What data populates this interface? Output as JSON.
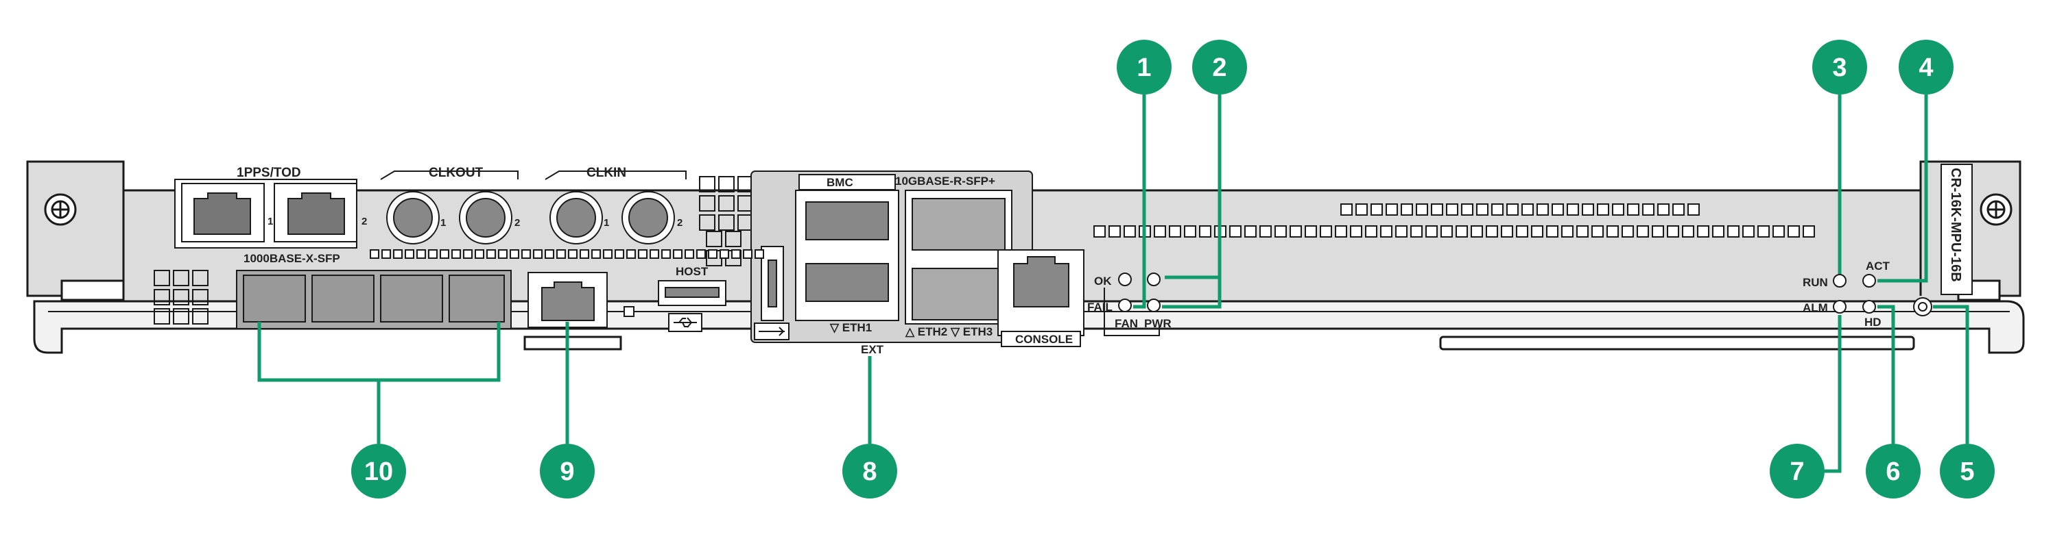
{
  "module_label": "CR-16K-MPU-16B",
  "ports": {
    "tod_label": "1PPS/TOD",
    "tod_port1": "1",
    "tod_port2": "2",
    "clkout_label": "CLKOUT",
    "clkout_port1": "1",
    "clkout_port2": "2",
    "clkin_label": "CLKIN",
    "clkin_port1": "1",
    "clkin_port2": "2",
    "sfp_label": "1000BASE-X-SFP",
    "host_label": "HOST",
    "bmc_label": "BMC",
    "eth1_label": "▽ ETH1",
    "sfpplus_label": "10GBASE-R-SFP+",
    "eth23_label": "△ ETH2 ▽ ETH3",
    "ext_label": "EXT",
    "console_label": "CONSOLE"
  },
  "leds": {
    "ok_label": "OK",
    "fail_label": "FAIL",
    "fan_label": "FAN",
    "pwr_label": "PWR",
    "run_label": "RUN",
    "act_label": "ACT",
    "alm_label": "ALM",
    "hd_label": "HD"
  },
  "callouts": [
    "1",
    "2",
    "3",
    "4",
    "5",
    "6",
    "7",
    "8",
    "9",
    "10"
  ],
  "colors": {
    "callout": "#0f9b6c",
    "panel": "#dcdcdc",
    "outline": "#1a1a1a"
  }
}
